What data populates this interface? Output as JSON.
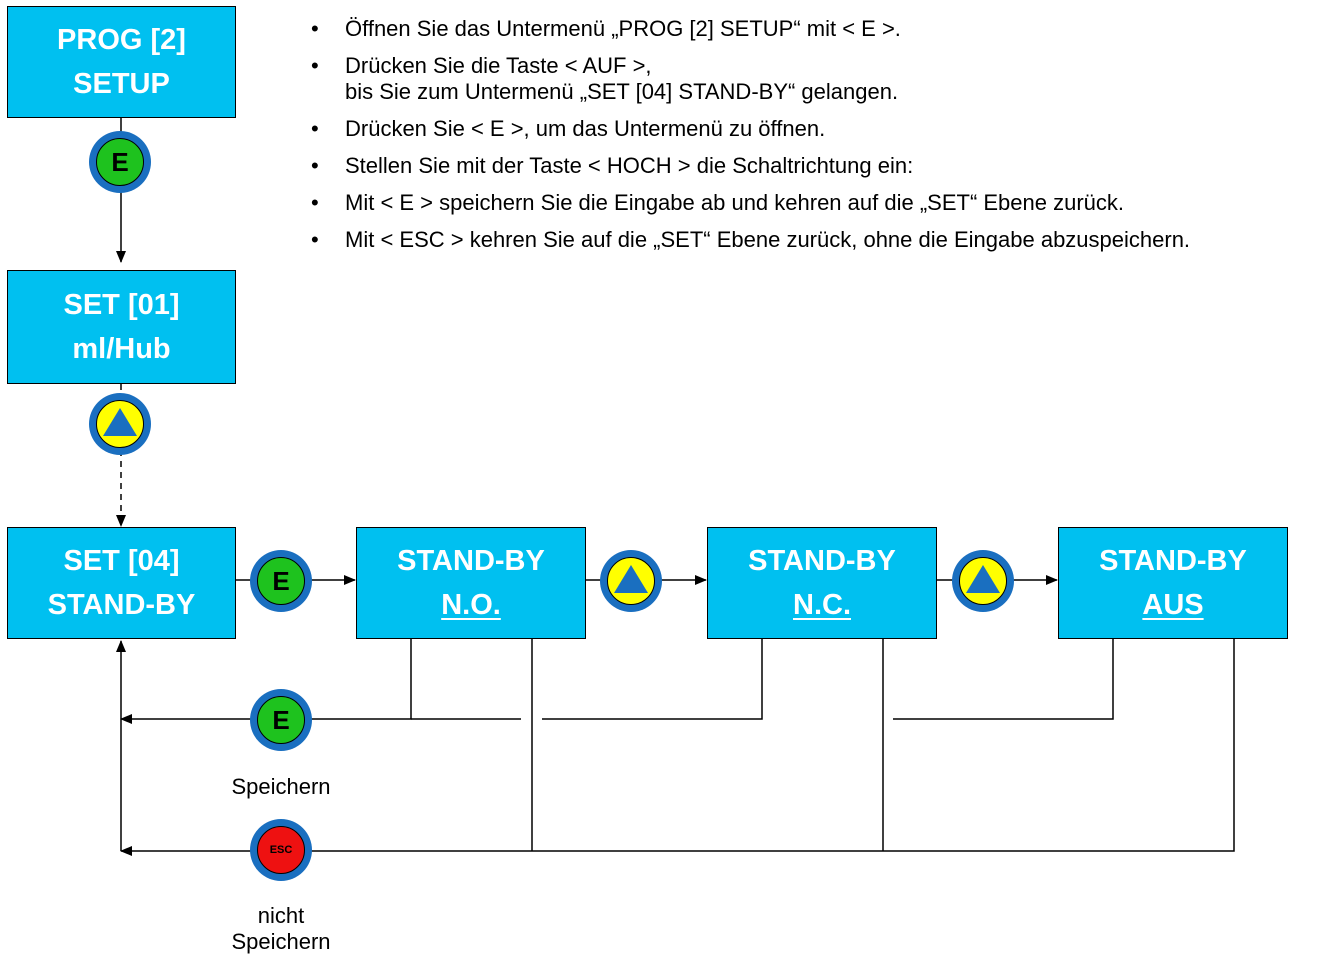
{
  "instructions": [
    "Öffnen Sie das Untermenü „PROG [2] SETUP“ mit < E >.",
    "Drücken Sie die Taste < AUF >,\nbis Sie zum Untermenü „SET [04] STAND-BY“ gelangen.",
    "Drücken Sie < E >, um das Untermenü zu öffnen.",
    "Stellen Sie mit der Taste < HOCH > die Schaltrichtung ein:",
    "Mit < E > speichern Sie die Eingabe ab und kehren auf die „SET“ Ebene zurück.",
    "Mit < ESC > kehren Sie auf die „SET“ Ebene zurück, ohne die Eingabe abzuspeichern."
  ],
  "boxes": {
    "prog_setup": {
      "line1": "PROG [2]",
      "line2": "SETUP"
    },
    "set01": {
      "line1": "SET [01]",
      "line2": "ml/Hub"
    },
    "set04": {
      "line1": "SET [04]",
      "line2": "STAND-BY"
    },
    "standby_no": {
      "line1": "STAND-BY",
      "line2": "N.O."
    },
    "standby_nc": {
      "line1": "STAND-BY",
      "line2": "N.C."
    },
    "standby_aus": {
      "line1": "STAND-BY",
      "line2": "AUS"
    }
  },
  "buttons": {
    "e_label": "E",
    "esc_label": "ESC"
  },
  "captions": {
    "save": "Speichern",
    "no_save_line1": "nicht",
    "no_save_line2": "Speichern"
  },
  "colors": {
    "box_fill": "#00c0f0",
    "box_text": "#ffffff",
    "button_ring": "#1a6fc0",
    "e_button": "#1ec21e",
    "up_button": "#ffff00",
    "esc_button": "#ee1111"
  }
}
